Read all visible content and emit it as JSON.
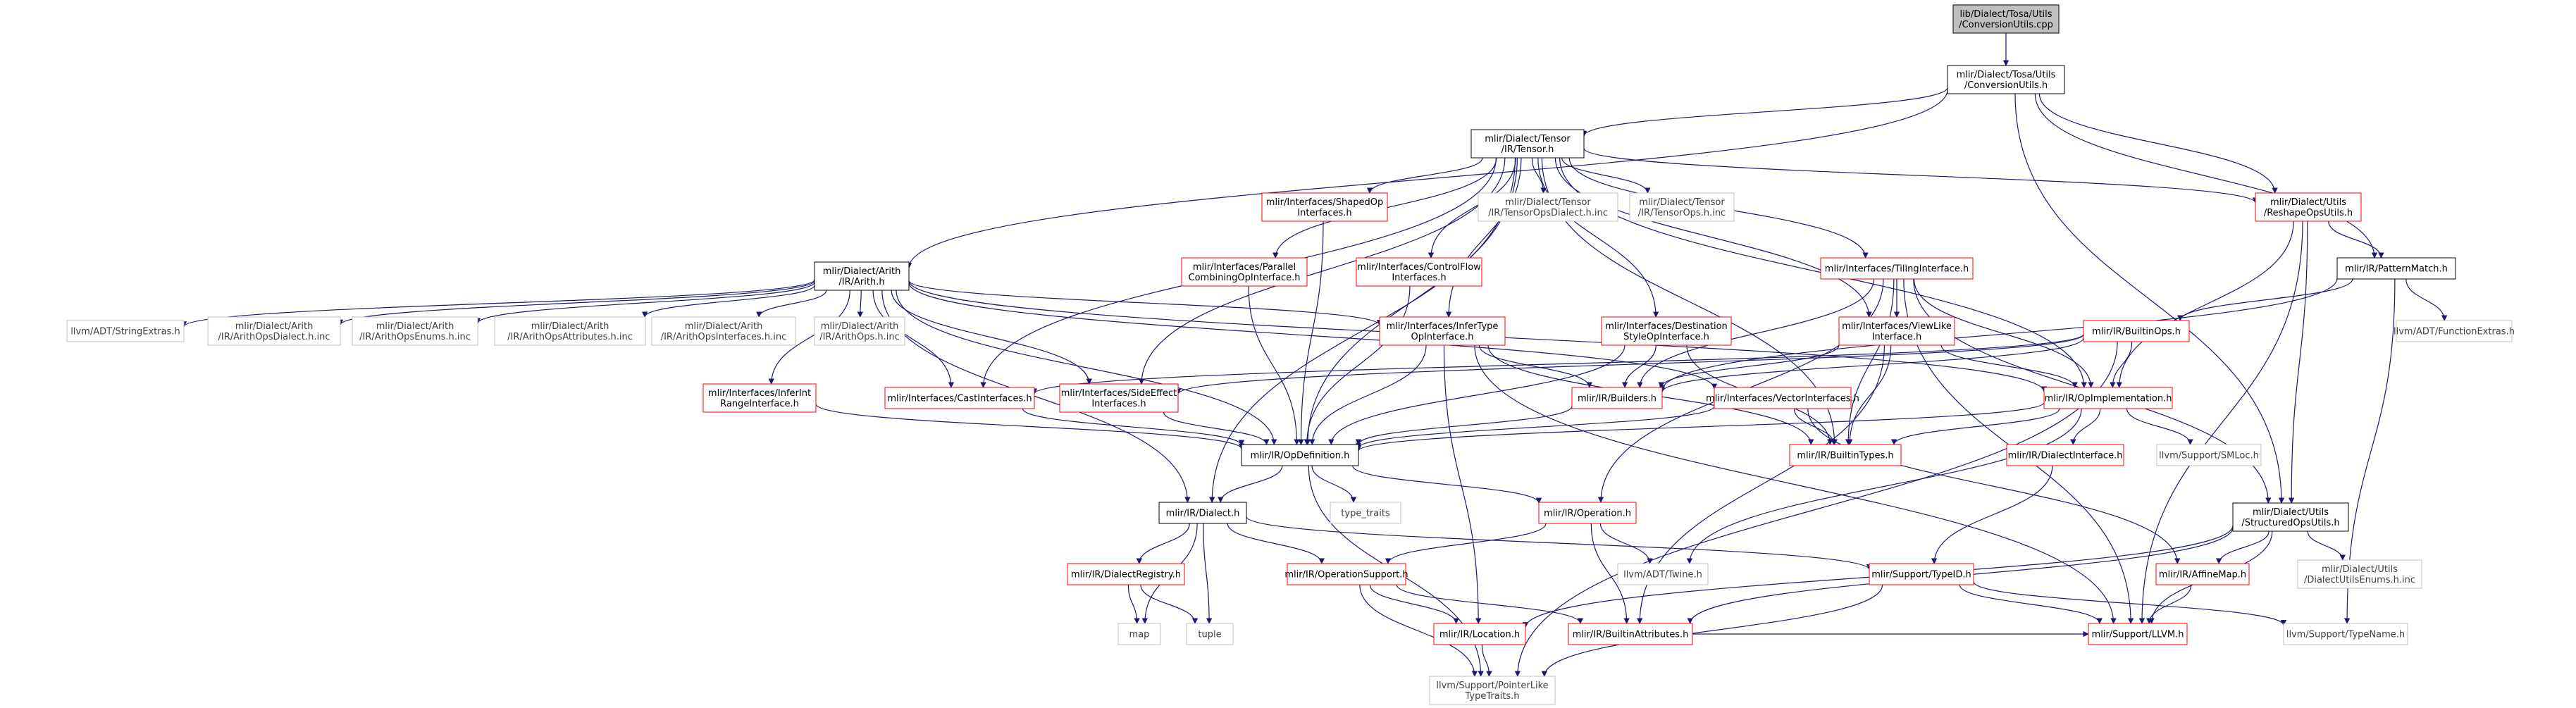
{
  "colors": {
    "edge": "#191970",
    "root_fill": "#bfbfbf",
    "root_border": "#000000",
    "documented_border": "#000000",
    "truncated_border": "#ff0000",
    "external_border": "#bfbfbf",
    "text": "#000000",
    "external_text": "#404040"
  },
  "nodes": [
    {
      "id": "root",
      "kind": "root",
      "lines": [
        "lib/Dialect/Tosa/Utils",
        "/ConversionUtils.cpp"
      ]
    },
    {
      "id": "convutils",
      "kind": "documented",
      "lines": [
        "mlir/Dialect/Tosa/Utils",
        "/ConversionUtils.h"
      ]
    },
    {
      "id": "tensor",
      "kind": "documented",
      "lines": [
        "mlir/Dialect/Tensor",
        "/IR/Tensor.h"
      ]
    },
    {
      "id": "shapedop",
      "kind": "truncated",
      "lines": [
        "mlir/Interfaces/ShapedOp",
        "Interfaces.h"
      ]
    },
    {
      "id": "tensordialect",
      "kind": "external",
      "lines": [
        "mlir/Dialect/Tensor",
        "/IR/TensorOpsDialect.h.inc"
      ]
    },
    {
      "id": "tensorops",
      "kind": "external",
      "lines": [
        "mlir/Dialect/Tensor",
        "/IR/TensorOps.h.inc"
      ]
    },
    {
      "id": "reshape",
      "kind": "truncated",
      "lines": [
        "mlir/Dialect/Utils",
        "/ReshapeOpsUtils.h"
      ]
    },
    {
      "id": "patternmatch",
      "kind": "documented",
      "lines": [
        "mlir/IR/PatternMatch.h"
      ]
    },
    {
      "id": "functionextras",
      "kind": "external",
      "lines": [
        "llvm/ADT/FunctionExtras.h"
      ]
    },
    {
      "id": "arith",
      "kind": "documented",
      "lines": [
        "mlir/Dialect/Arith",
        "/IR/Arith.h"
      ]
    },
    {
      "id": "parallel",
      "kind": "truncated",
      "lines": [
        "mlir/Interfaces/Parallel",
        "CombiningOpInterface.h"
      ]
    },
    {
      "id": "controlflow",
      "kind": "truncated",
      "lines": [
        "mlir/Interfaces/ControlFlow",
        "Interfaces.h"
      ]
    },
    {
      "id": "tiling",
      "kind": "truncated",
      "lines": [
        "mlir/Interfaces/TilingInterface.h"
      ]
    },
    {
      "id": "stringextras",
      "kind": "external",
      "lines": [
        "llvm/ADT/StringExtras.h"
      ]
    },
    {
      "id": "arithdialect",
      "kind": "external",
      "lines": [
        "mlir/Dialect/Arith",
        "/IR/ArithOpsDialect.h.inc"
      ]
    },
    {
      "id": "arithenums",
      "kind": "external",
      "lines": [
        "mlir/Dialect/Arith",
        "/IR/ArithOpsEnums.h.inc"
      ]
    },
    {
      "id": "arithattrs",
      "kind": "external",
      "lines": [
        "mlir/Dialect/Arith",
        "/IR/ArithOpsAttributes.h.inc"
      ]
    },
    {
      "id": "arithifaces",
      "kind": "external",
      "lines": [
        "mlir/Dialect/Arith",
        "/IR/ArithOpsInterfaces.h.inc"
      ]
    },
    {
      "id": "arithops",
      "kind": "external",
      "lines": [
        "mlir/Dialect/Arith",
        "/IR/ArithOps.h.inc"
      ]
    },
    {
      "id": "infertype",
      "kind": "truncated",
      "lines": [
        "mlir/Interfaces/InferType",
        "OpInterface.h"
      ]
    },
    {
      "id": "destination",
      "kind": "truncated",
      "lines": [
        "mlir/Interfaces/Destination",
        "StyleOpInterface.h"
      ]
    },
    {
      "id": "viewlike",
      "kind": "truncated",
      "lines": [
        "mlir/Interfaces/ViewLike",
        "Interface.h"
      ]
    },
    {
      "id": "builtinops",
      "kind": "truncated",
      "lines": [
        "mlir/IR/BuiltinOps.h"
      ]
    },
    {
      "id": "inferint",
      "kind": "truncated",
      "lines": [
        "mlir/Interfaces/InferInt",
        "RangeInterface.h"
      ]
    },
    {
      "id": "cast",
      "kind": "truncated",
      "lines": [
        "mlir/Interfaces/CastInterfaces.h"
      ]
    },
    {
      "id": "sideeffect",
      "kind": "truncated",
      "lines": [
        "mlir/Interfaces/SideEffect",
        "Interfaces.h"
      ]
    },
    {
      "id": "builders",
      "kind": "truncated",
      "lines": [
        "mlir/IR/Builders.h"
      ]
    },
    {
      "id": "vector",
      "kind": "truncated",
      "lines": [
        "mlir/Interfaces/VectorInterfaces.h"
      ]
    },
    {
      "id": "opimpl",
      "kind": "truncated",
      "lines": [
        "mlir/IR/OpImplementation.h"
      ]
    },
    {
      "id": "opdef",
      "kind": "documented",
      "lines": [
        "mlir/IR/OpDefinition.h"
      ]
    },
    {
      "id": "builtintypes",
      "kind": "truncated",
      "lines": [
        "mlir/IR/BuiltinTypes.h"
      ]
    },
    {
      "id": "dialectiface",
      "kind": "truncated",
      "lines": [
        "mlir/IR/DialectInterface.h"
      ]
    },
    {
      "id": "smloc",
      "kind": "external",
      "lines": [
        "llvm/Support/SMLoc.h"
      ]
    },
    {
      "id": "structured",
      "kind": "documented",
      "lines": [
        "mlir/Dialect/Utils",
        "/StructuredOpsUtils.h"
      ]
    },
    {
      "id": "dialect",
      "kind": "documented",
      "lines": [
        "mlir/IR/Dialect.h"
      ]
    },
    {
      "id": "typetraits",
      "kind": "external",
      "lines": [
        "type_traits"
      ]
    },
    {
      "id": "operation",
      "kind": "truncated",
      "lines": [
        "mlir/IR/Operation.h"
      ]
    },
    {
      "id": "dialectregistry",
      "kind": "truncated",
      "lines": [
        "mlir/IR/DialectRegistry.h"
      ]
    },
    {
      "id": "opsupport",
      "kind": "truncated",
      "lines": [
        "mlir/IR/OperationSupport.h"
      ]
    },
    {
      "id": "twine",
      "kind": "external",
      "lines": [
        "llvm/ADT/Twine.h"
      ]
    },
    {
      "id": "typeid",
      "kind": "truncated",
      "lines": [
        "mlir/Support/TypeID.h"
      ]
    },
    {
      "id": "affinemap",
      "kind": "truncated",
      "lines": [
        "mlir/IR/AffineMap.h"
      ]
    },
    {
      "id": "dialectenums",
      "kind": "external",
      "lines": [
        "mlir/Dialect/Utils",
        "/DialectUtilsEnums.h.inc"
      ]
    },
    {
      "id": "map",
      "kind": "external",
      "lines": [
        "map"
      ]
    },
    {
      "id": "tuple",
      "kind": "external",
      "lines": [
        "tuple"
      ]
    },
    {
      "id": "location",
      "kind": "truncated",
      "lines": [
        "mlir/IR/Location.h"
      ]
    },
    {
      "id": "builtinattrs",
      "kind": "truncated",
      "lines": [
        "mlir/IR/BuiltinAttributes.h"
      ]
    },
    {
      "id": "llvmh",
      "kind": "truncated",
      "lines": [
        "mlir/Support/LLVM.h"
      ]
    },
    {
      "id": "typename",
      "kind": "external",
      "lines": [
        "llvm/Support/TypeName.h"
      ]
    },
    {
      "id": "pointerlike",
      "kind": "external",
      "lines": [
        "llvm/Support/PointerLike",
        "TypeTraits.h"
      ]
    }
  ],
  "edges": [
    [
      "root",
      "convutils"
    ],
    [
      "convutils",
      "tensor"
    ],
    [
      "convutils",
      "arith"
    ],
    [
      "convutils",
      "reshape"
    ],
    [
      "convutils",
      "patternmatch"
    ],
    [
      "convutils",
      "structured"
    ],
    [
      "tensor",
      "shapedop"
    ],
    [
      "tensor",
      "tensordialect"
    ],
    [
      "tensor",
      "tensorops"
    ],
    [
      "tensor",
      "reshape"
    ],
    [
      "tensor",
      "parallel"
    ],
    [
      "tensor",
      "controlflow"
    ],
    [
      "tensor",
      "tiling"
    ],
    [
      "tensor",
      "infertype"
    ],
    [
      "tensor",
      "destination"
    ],
    [
      "tensor",
      "viewlike"
    ],
    [
      "tensor",
      "cast"
    ],
    [
      "tensor",
      "sideeffect"
    ],
    [
      "tensor",
      "opdef"
    ],
    [
      "tensor",
      "opimpl"
    ],
    [
      "tensor",
      "builtintypes"
    ],
    [
      "tensor",
      "dialect"
    ],
    [
      "arith",
      "stringextras"
    ],
    [
      "arith",
      "arithdialect"
    ],
    [
      "arith",
      "arithenums"
    ],
    [
      "arith",
      "arithattrs"
    ],
    [
      "arith",
      "arithifaces"
    ],
    [
      "arith",
      "arithops"
    ],
    [
      "arith",
      "inferint"
    ],
    [
      "arith",
      "cast"
    ],
    [
      "arith",
      "sideeffect"
    ],
    [
      "arith",
      "infertype"
    ],
    [
      "arith",
      "vector"
    ],
    [
      "arith",
      "opimpl"
    ],
    [
      "arith",
      "opdef"
    ],
    [
      "arith",
      "dialect"
    ],
    [
      "reshape",
      "patternmatch"
    ],
    [
      "reshape",
      "opimpl"
    ],
    [
      "reshape",
      "structured"
    ],
    [
      "reshape",
      "llvmh"
    ],
    [
      "patternmatch",
      "functionextras"
    ],
    [
      "patternmatch",
      "builtinops"
    ],
    [
      "patternmatch",
      "typename"
    ],
    [
      "patternmatch",
      "builders"
    ],
    [
      "shapedop",
      "opdef"
    ],
    [
      "parallel",
      "opdef"
    ],
    [
      "controlflow",
      "opdef"
    ],
    [
      "tiling",
      "builders"
    ],
    [
      "tiling",
      "viewlike"
    ],
    [
      "tiling",
      "builtintypes"
    ],
    [
      "tiling",
      "opimpl"
    ],
    [
      "tiling",
      "operation"
    ],
    [
      "tiling",
      "structured"
    ],
    [
      "tiling",
      "llvmh"
    ],
    [
      "infertype",
      "builders"
    ],
    [
      "infertype",
      "builtintypes"
    ],
    [
      "infertype",
      "opdef"
    ],
    [
      "infertype",
      "location"
    ],
    [
      "infertype",
      "llvmh"
    ],
    [
      "destination",
      "builders"
    ],
    [
      "destination",
      "builtintypes"
    ],
    [
      "destination",
      "opdef"
    ],
    [
      "viewlike",
      "builtintypes"
    ],
    [
      "viewlike",
      "opimpl"
    ],
    [
      "viewlike",
      "builtinattrs"
    ],
    [
      "viewlike",
      "builders"
    ],
    [
      "builtinops",
      "builders"
    ],
    [
      "builtinops",
      "opimpl"
    ],
    [
      "builtinops",
      "cast"
    ],
    [
      "builtinops",
      "sideeffect"
    ],
    [
      "builtinops",
      "pointerlike"
    ],
    [
      "inferint",
      "opdef"
    ],
    [
      "cast",
      "opdef"
    ],
    [
      "sideeffect",
      "opdef"
    ],
    [
      "builders",
      "opdef"
    ],
    [
      "vector",
      "opdef"
    ],
    [
      "vector",
      "builtintypes"
    ],
    [
      "vector",
      "affinemap"
    ],
    [
      "opimpl",
      "opdef"
    ],
    [
      "opimpl",
      "builtintypes"
    ],
    [
      "opimpl",
      "dialectiface"
    ],
    [
      "opimpl",
      "smloc"
    ],
    [
      "opimpl",
      "twine"
    ],
    [
      "opdef",
      "dialect"
    ],
    [
      "opdef",
      "typetraits"
    ],
    [
      "opdef",
      "operation"
    ],
    [
      "opdef",
      "pointerlike"
    ],
    [
      "dialectiface",
      "typeid"
    ],
    [
      "structured",
      "affinemap"
    ],
    [
      "structured",
      "dialectenums"
    ],
    [
      "structured",
      "llvmh"
    ],
    [
      "structured",
      "location"
    ],
    [
      "structured",
      "builtinattrs"
    ],
    [
      "dialect",
      "dialectregistry"
    ],
    [
      "dialect",
      "opsupport"
    ],
    [
      "dialect",
      "typeid"
    ],
    [
      "dialect",
      "map"
    ],
    [
      "dialect",
      "tuple"
    ],
    [
      "operation",
      "opsupport"
    ],
    [
      "operation",
      "twine"
    ],
    [
      "operation",
      "builtinattrs"
    ],
    [
      "dialectregistry",
      "map"
    ],
    [
      "dialectregistry",
      "tuple"
    ],
    [
      "opsupport",
      "location"
    ],
    [
      "opsupport",
      "builtinattrs"
    ],
    [
      "opsupport",
      "pointerlike"
    ],
    [
      "typeid",
      "llvmh"
    ],
    [
      "typeid",
      "typename"
    ],
    [
      "typeid",
      "pointerlike"
    ],
    [
      "affinemap",
      "llvmh"
    ],
    [
      "location",
      "pointerlike"
    ],
    [
      "builtinattrs",
      "llvmh"
    ]
  ]
}
